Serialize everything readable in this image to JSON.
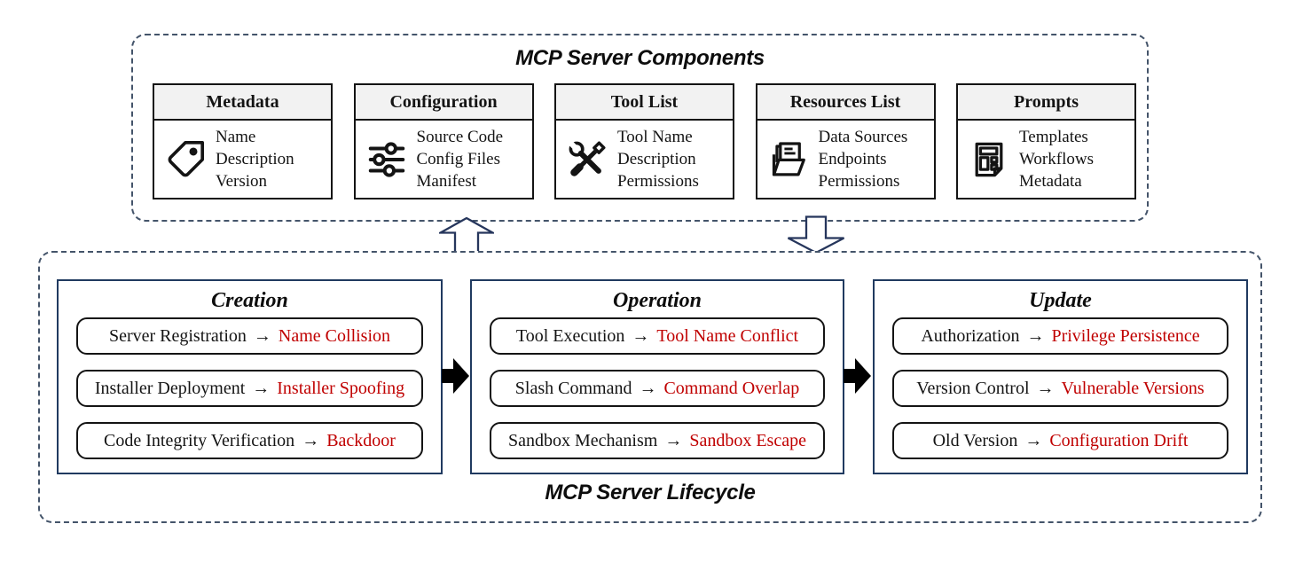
{
  "colors": {
    "threat_red": "#C00000",
    "stage_border_navy": "#203A60",
    "dashed_border_slate": "#44546A",
    "card_header_bg": "#F2F2F2",
    "text_black": "#141414",
    "connector_black": "#000000",
    "block_arrow_stroke": "#26365C"
  },
  "components_section": {
    "title": "MCP Server Components",
    "cards": [
      {
        "title": "Metadata",
        "icon": "tag-icon",
        "items": [
          "Name",
          "Description",
          "Version"
        ]
      },
      {
        "title": "Configuration",
        "icon": "sliders-icon",
        "items": [
          "Source Code",
          "Config Files",
          "Manifest"
        ]
      },
      {
        "title": "Tool List",
        "icon": "tools-icon",
        "items": [
          "Tool Name",
          "Description",
          "Permissions"
        ]
      },
      {
        "title": "Resources List",
        "icon": "folder-docs-icon",
        "items": [
          "Data Sources",
          "Endpoints",
          "Permissions"
        ]
      },
      {
        "title": "Prompts",
        "icon": "template-icon",
        "items": [
          "Templates",
          "Workflows",
          "Metadata"
        ]
      }
    ]
  },
  "lifecycle_section": {
    "title": "MCP Server Lifecycle",
    "flow_arrow_glyph": "→",
    "stages": [
      {
        "title": "Creation",
        "rows": [
          {
            "step": "Server Registration",
            "threat": "Name Collision"
          },
          {
            "step": "Installer Deployment",
            "threat": "Installer Spoofing"
          },
          {
            "step": "Code Integrity Verification",
            "threat": "Backdoor"
          }
        ]
      },
      {
        "title": "Operation",
        "rows": [
          {
            "step": "Tool Execution",
            "threat": "Tool Name Conflict"
          },
          {
            "step": "Slash Command",
            "threat": "Command Overlap"
          },
          {
            "step": "Sandbox Mechanism",
            "threat": "Sandbox Escape"
          }
        ]
      },
      {
        "title": "Update",
        "rows": [
          {
            "step": "Authorization",
            "threat": "Privilege Persistence"
          },
          {
            "step": "Version Control",
            "threat": "Vulnerable Versions"
          },
          {
            "step": "Old Version",
            "threat": "Configuration Drift"
          }
        ]
      }
    ]
  }
}
